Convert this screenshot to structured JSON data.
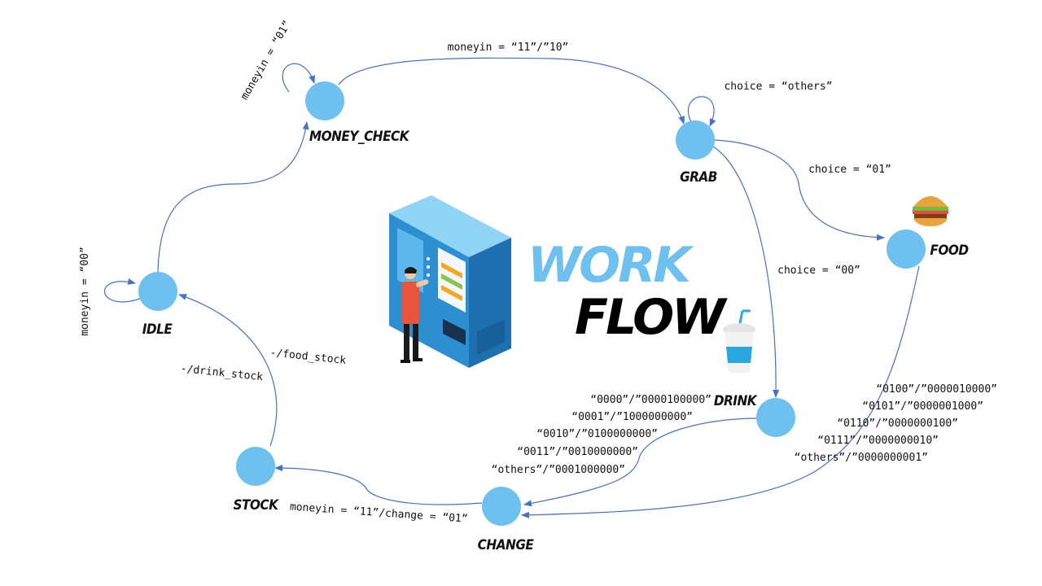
{
  "title": {
    "line1": "WORK",
    "line2": "FLOW"
  },
  "states": {
    "idle": "IDLE",
    "money_check": "MONEY_CHECK",
    "grab": "GRAB",
    "food": "FOOD",
    "drink": "DRINK",
    "change": "CHANGE",
    "stock": "STOCK"
  },
  "transitions": {
    "idle_self": "moneyin = “00”",
    "money_check_self": "moneyin = “01”",
    "money_check_to_grab": "moneyin = “11”/”10”",
    "grab_self": "choice = “others”",
    "grab_to_food": "choice = “01”",
    "grab_to_drink": "choice = “00”",
    "drink_to_change": [
      "“0000”/”0000100000”",
      "“0001”/”1000000000”",
      "“0010”/”0100000000”",
      "“0011”/”0010000000”",
      "“others”/”0001000000”"
    ],
    "food_to_change": [
      "“0100”/”0000010000”",
      "“0101”/”0000001000”",
      "“0110”/”0000000100”",
      "“0111”/”0000000010”",
      "“others”/”0000000001”"
    ],
    "change_to_stock": "moneyin = “11”/change = “01”",
    "stock_to_idle_food": "-/food_stock",
    "stock_to_idle_drink": "-/drink_stock"
  },
  "colors": {
    "state_fill": "#6EC1EE",
    "edge": "#4472C4",
    "accent": "#6EC1EE"
  },
  "icons": [
    "vending-machine-illustration",
    "person-illustration",
    "burger-icon",
    "drink-cup-icon"
  ]
}
